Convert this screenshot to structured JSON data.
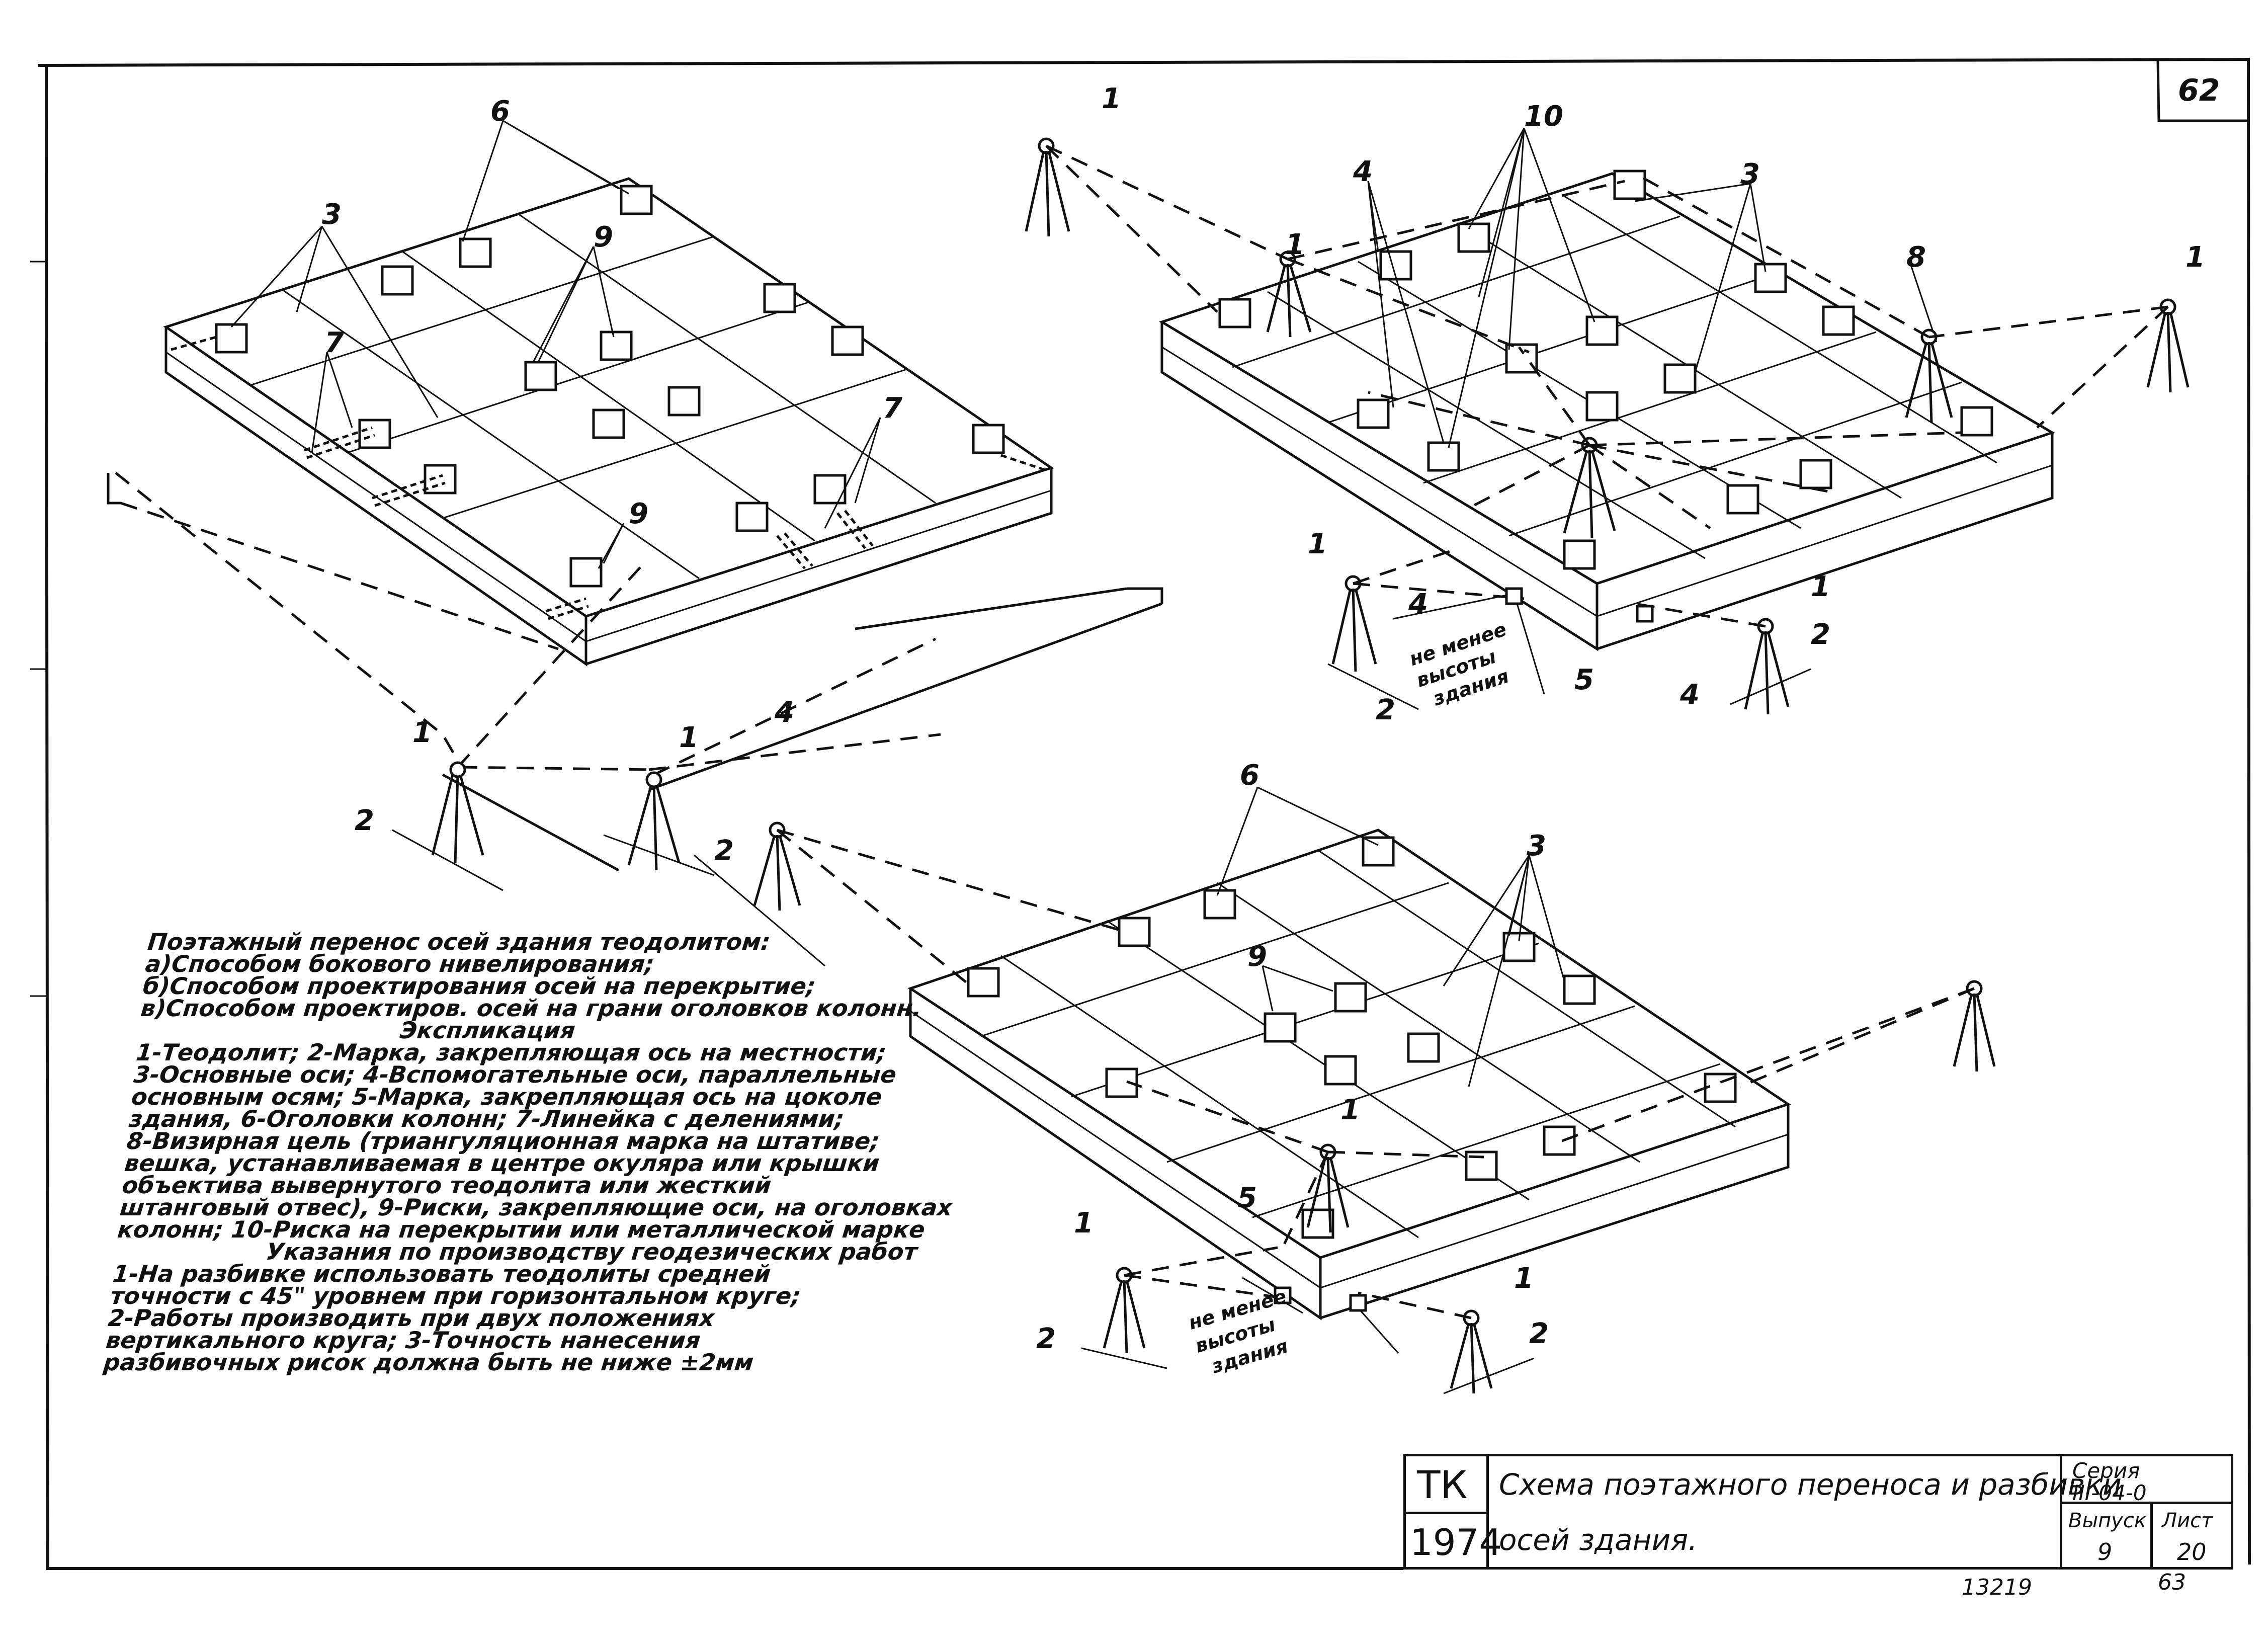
{
  "sheet": {
    "page_number": "62",
    "footer_left_number": "13219",
    "footer_right_number": "63"
  },
  "callouts": {
    "n1": "1",
    "n2": "2",
    "n3": "3",
    "n4": "4",
    "n5": "5",
    "n6": "6",
    "n7": "7",
    "n8": "8",
    "n9": "9",
    "n10": "10",
    "not_less_than_height": [
      "не менее",
      "высоты",
      "здания"
    ]
  },
  "explication": {
    "title": "Поэтажный перенос осей здания теодолитом:",
    "methods": [
      "а)Способом бокового нивелирования;",
      "б)Способом проектирования осей на перекрытие;",
      "в)Способом проектиров. осей на грани оголовков колонн."
    ],
    "legend_title": "Экспликация",
    "legend": [
      "1-Теодолит; 2-Марка, закрепляющая ось на местности;",
      "3-Основные оси; 4-Вспомогательные оси, параллельные",
      "основным осям; 5-Марка, закрепляющая ось на цоколе",
      "здания, 6-Оголовки колонн; 7-Линейка с делениями;",
      "8-Визирная цель (триангуляционная марка на штативе;",
      "вешка, устанавливаемая в центре окуляра или крышки",
      "объектива вывернутого теодолита или жесткий",
      "штанговый отвес), 9-Риски, закрепляющие оси, на оголовках",
      "колонн; 10-Риска на перекрытии или металлической марке"
    ],
    "instructions_title": "Указания по производству геодезических работ",
    "instructions": [
      "1-На разбивке использовать теодолиты средней",
      "точности с 45\" уровнем при горизонтальном круге;",
      "2-Работы производить при двух положениях",
      "вертикального круга; 3-Точность нанесения",
      "разбивочных рисок должна быть не ниже ±2мм"
    ]
  },
  "title_block": {
    "org": "ТК",
    "year": "1974",
    "title_line1": "Схема поэтажного переноса и разбивки",
    "title_line2": "осей здания.",
    "series_label": "Серия",
    "series_value": "III-04-0",
    "issue_label": "Выпуск",
    "issue_value": "9",
    "sheet_label": "Лист",
    "sheet_value": "20"
  }
}
